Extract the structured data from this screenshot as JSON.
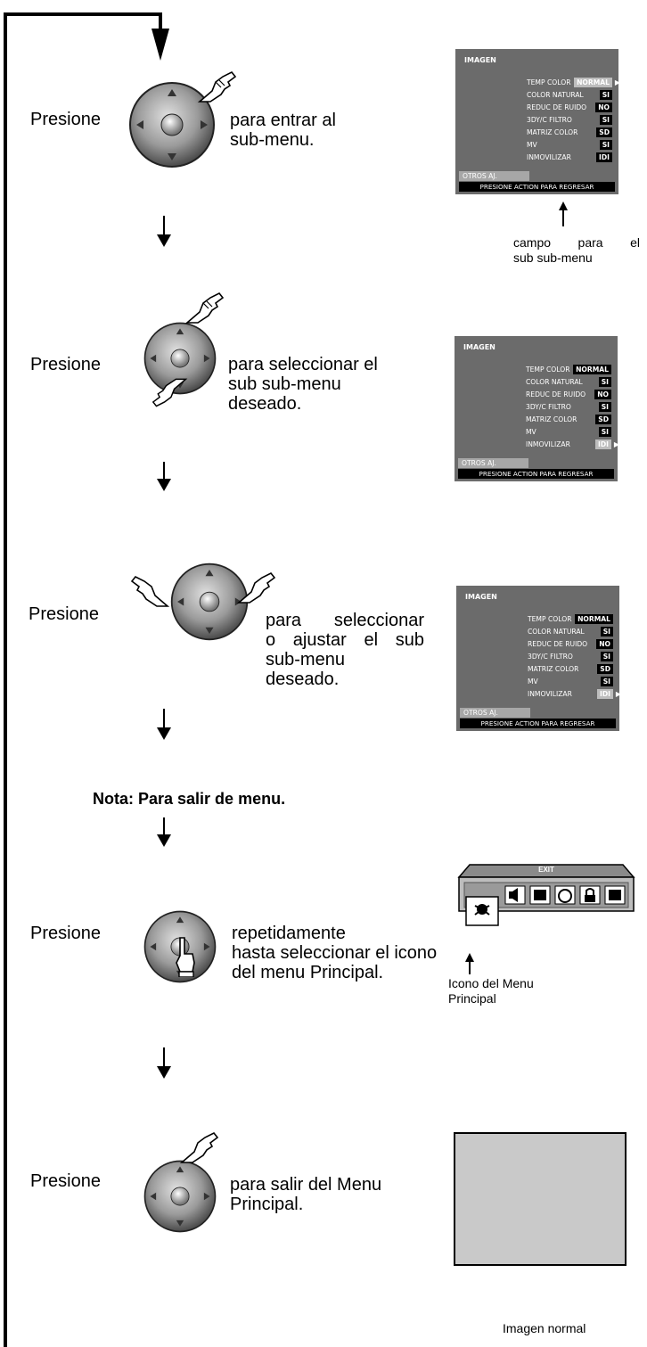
{
  "steps": [
    {
      "press": "Presione",
      "text_lines": [
        "para entrar al",
        "sub-menu."
      ]
    },
    {
      "press": "Presione",
      "text_lines": [
        "para seleccionar el",
        "sub sub-menu",
        "deseado."
      ]
    },
    {
      "press": "Presione",
      "text_lines": [
        "para seleccionar",
        "o ajustar el sub",
        "sub-menu",
        "deseado."
      ]
    },
    {
      "press": "Presione",
      "text_lines": [
        "repetidamente",
        "hasta seleccionar el icono",
        "del menu Principal."
      ]
    },
    {
      "press": "Presione",
      "text_lines": [
        "para salir del Menu",
        "Principal."
      ]
    }
  ],
  "note": "Nota: Para salir de menu.",
  "menu": {
    "title": "IMAGEN",
    "rows": [
      {
        "label": "TEMP COLOR",
        "value": "NORMAL"
      },
      {
        "label": "COLOR NATURAL",
        "value": "SI"
      },
      {
        "label": "REDUC DE RUIDO",
        "value": "NO"
      },
      {
        "label": "3DY/C FILTRO",
        "value": "SI"
      },
      {
        "label": "MATRIZ COLOR",
        "value": "SD"
      },
      {
        "label": "MV",
        "value": "SI"
      },
      {
        "label": "INMOVILIZAR",
        "value": "IDI"
      }
    ],
    "otros": "OTROS AJ.",
    "bottom_bar": "PRESIONE ACTION PARA REGRESAR"
  },
  "captions": {
    "field": [
      "campo para el",
      "sub sub-menu"
    ],
    "icon": [
      "Icono del Menu",
      "Principal"
    ],
    "normal": "Imagen normal"
  },
  "exit_panel": {
    "label": "EXIT"
  }
}
